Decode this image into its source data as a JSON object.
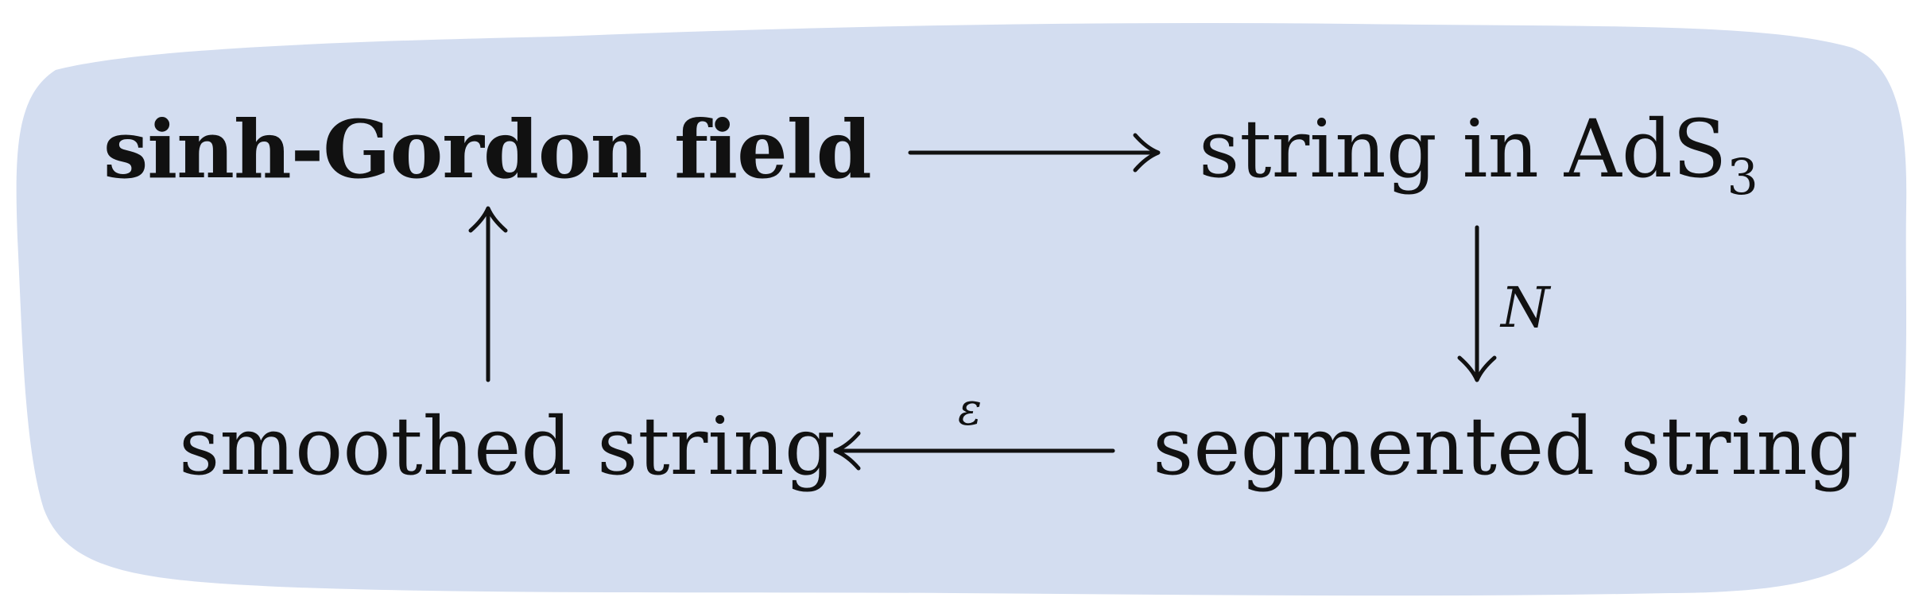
{
  "diagram": {
    "background_color": "#d3ddf0",
    "nodes": {
      "sinh_gordon": "sinh-Gordon field",
      "string_main": "string in AdS",
      "string_sub": "3",
      "smoothed": "smoothed string",
      "segmented": "segmented string"
    },
    "edges": [
      {
        "from": "sinh-Gordon field",
        "to": "string in AdS3",
        "label": ""
      },
      {
        "from": "string in AdS3",
        "to": "segmented string",
        "label": "N"
      },
      {
        "from": "segmented string",
        "to": "smoothed string",
        "label": "ε"
      },
      {
        "from": "smoothed string",
        "to": "sinh-Gordon field",
        "label": ""
      }
    ],
    "edge_labels": {
      "n": "N",
      "epsilon": "ε"
    }
  }
}
